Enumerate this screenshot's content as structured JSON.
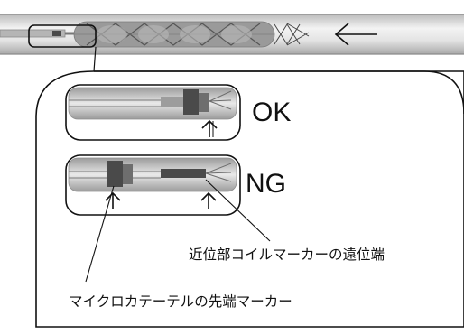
{
  "labels": {
    "ok": "OK",
    "ng": "NG",
    "proximal_coil_marker_distal_end": "近位部コイルマーカーの遠位端",
    "microcatheter_tip_marker": "マイクロカテーテルの先端マーカー"
  },
  "colors": {
    "line": "#111111",
    "vessel_fill": "#d8d8d8",
    "device_gray": "#9a9a9a",
    "marker_dark": "#4a4a4a",
    "marker_ring": "#6e6e6e"
  },
  "icons": {
    "direction": "arrow-left-icon",
    "pointer": "arrow-up-icon"
  }
}
